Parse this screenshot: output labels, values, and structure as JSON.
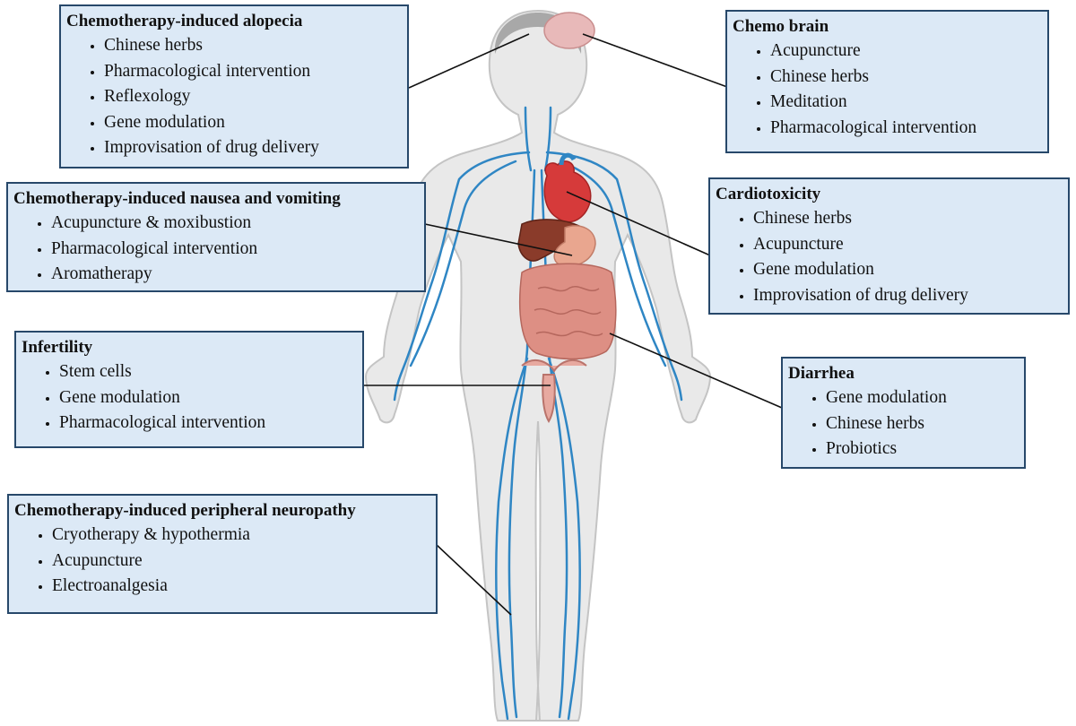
{
  "boxes": [
    {
      "id": "alopecia",
      "title": "Chemotherapy-induced alopecia",
      "items": [
        "Chinese herbs",
        "Pharmacological intervention",
        "Reflexology",
        "Gene modulation",
        "Improvisation of drug delivery"
      ]
    },
    {
      "id": "chemo-brain",
      "title": "Chemo brain",
      "items": [
        "Acupuncture",
        "Chinese herbs",
        "Meditation",
        "Pharmacological intervention"
      ]
    },
    {
      "id": "nausea",
      "title": "Chemotherapy-induced nausea and vomiting",
      "items": [
        "Acupuncture & moxibustion",
        "Pharmacological intervention",
        "Aromatherapy"
      ]
    },
    {
      "id": "cardiotoxicity",
      "title": "Cardiotoxicity",
      "items": [
        "Chinese herbs",
        "Acupuncture",
        "Gene modulation",
        "Improvisation of drug delivery"
      ]
    },
    {
      "id": "infertility",
      "title": "Infertility",
      "items": [
        "Stem cells",
        "Gene modulation",
        "Pharmacological intervention"
      ]
    },
    {
      "id": "diarrhea",
      "title": "Diarrhea",
      "items": [
        "Gene modulation",
        "Chinese herbs",
        "Probiotics"
      ]
    },
    {
      "id": "neuropathy",
      "title": "Chemotherapy-induced peripheral neuropathy",
      "items": [
        "Cryotherapy & hypothermia",
        "Acupuncture",
        "Electroanalgesia"
      ]
    }
  ],
  "colors": {
    "box_fill": "#dce9f6",
    "box_border": "#27486a",
    "body_fill": "#e9e9e9",
    "body_outline": "#c4c4c4",
    "vessel": "#2f86c4",
    "heart": "#d63a3a",
    "liver": "#8a3b2a",
    "stomach": "#e9a68f",
    "intestine": "#dd8f84",
    "brain": "#e8b9b9"
  }
}
